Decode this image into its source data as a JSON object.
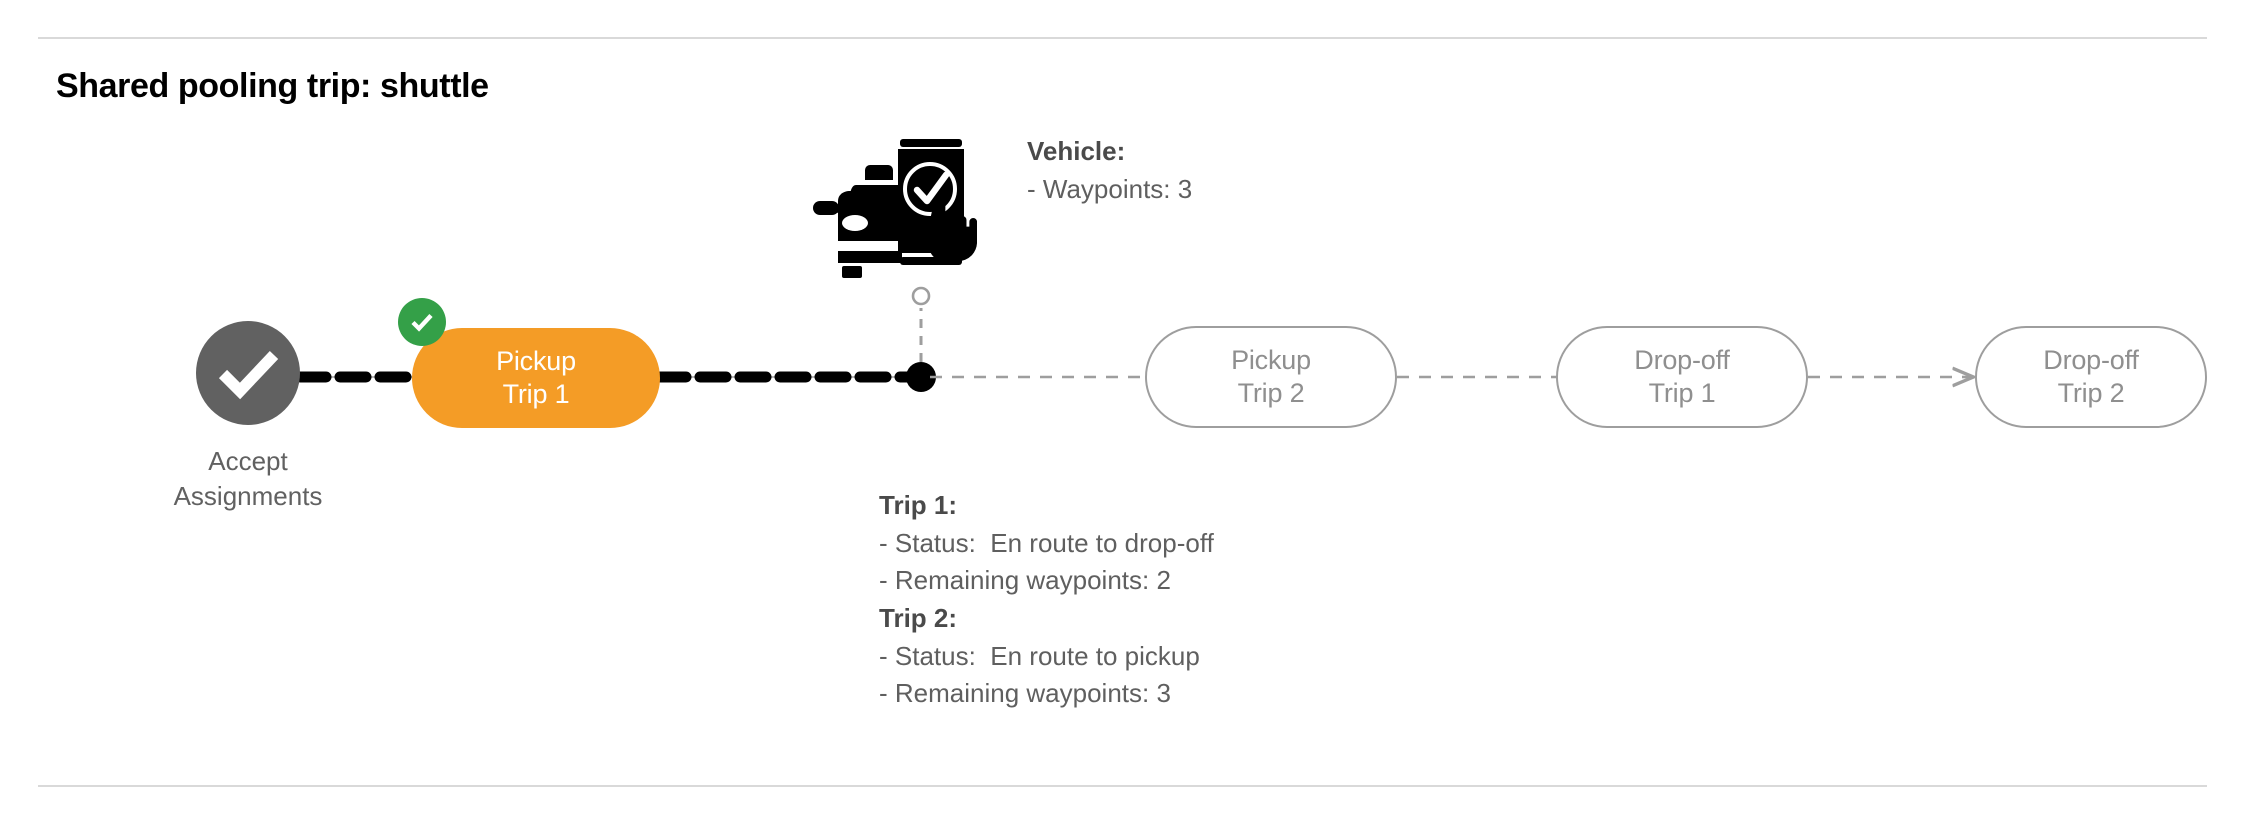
{
  "page": {
    "title": "Shared pooling trip: shuttle",
    "background_color": "#ffffff",
    "divider_color": "#d9d9d9"
  },
  "colors": {
    "active_node": "#F49C26",
    "completed_badge": "#34A048",
    "start_node": "#616161",
    "pending_node_border": "#9e9e9e",
    "pending_node_text": "#8f8f8f",
    "traveled_path": "#000000",
    "upcoming_path": "#9e9e9e",
    "body_text": "#5f5f5f"
  },
  "flow": {
    "start": {
      "icon": "check-circle-icon",
      "label_line1": "Accept",
      "label_line2": "Assignments",
      "state": "completed"
    },
    "completed_badge_icon": "check-badge-icon",
    "vehicle_marker": {
      "icon": "vehicle-position-dot",
      "leader_icon": "leader-circle-icon"
    },
    "nodes": [
      {
        "id": "pickup-trip-1",
        "line1": "Pickup",
        "line2": "Trip 1",
        "state": "active"
      },
      {
        "id": "pickup-trip-2",
        "line1": "Pickup",
        "line2": "Trip 2",
        "state": "pending"
      },
      {
        "id": "dropoff-trip-1",
        "line1": "Drop-off",
        "line2": "Trip 1",
        "state": "pending"
      },
      {
        "id": "dropoff-trip-2",
        "line1": "Drop-off",
        "line2": "Trip 2",
        "state": "pending"
      }
    ]
  },
  "vehicle_info": {
    "icon": "car-phone-check-icon",
    "heading": "Vehicle",
    "heading_suffix": ":",
    "lines": [
      "- Waypoints: 3"
    ]
  },
  "trips_info": [
    {
      "heading": "Trip 1",
      "heading_suffix": ":",
      "status_line": "- Status:  En route to drop-off",
      "waypoints_line": "- Remaining waypoints: 2"
    },
    {
      "heading": "Trip 2",
      "heading_suffix": ":",
      "status_line": "- Status:  En route to pickup",
      "waypoints_line": "- Remaining waypoints: 3"
    }
  ]
}
